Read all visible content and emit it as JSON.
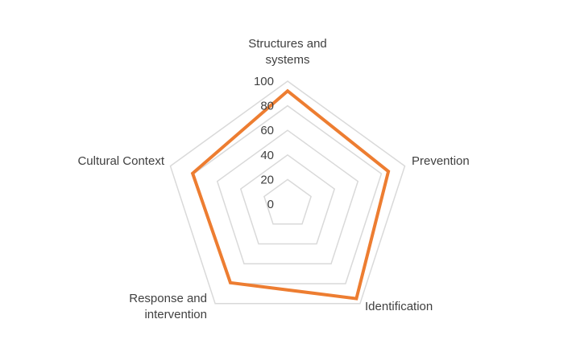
{
  "chart_data": {
    "type": "radar",
    "categories": [
      "Structures and systems",
      "Prevention",
      "Identification",
      "Response and intervention",
      "Cultural Context"
    ],
    "category_label_lines": [
      [
        "Structures and",
        "systems"
      ],
      [
        "Prevention"
      ],
      [
        "Identification"
      ],
      [
        "Response and",
        "intervention"
      ],
      [
        "Cultural Context"
      ]
    ],
    "series": [
      {
        "values": [
          92,
          86,
          95,
          79,
          81
        ],
        "color": "#ed7d31"
      }
    ],
    "rlim": [
      0,
      100
    ],
    "ticks": [
      0,
      20,
      40,
      60,
      80,
      100
    ],
    "tick_labels": [
      "0",
      "20",
      "40",
      "60",
      "80",
      "100"
    ],
    "grid": true,
    "grid_color": "#d9d9d9",
    "legend": "none"
  }
}
